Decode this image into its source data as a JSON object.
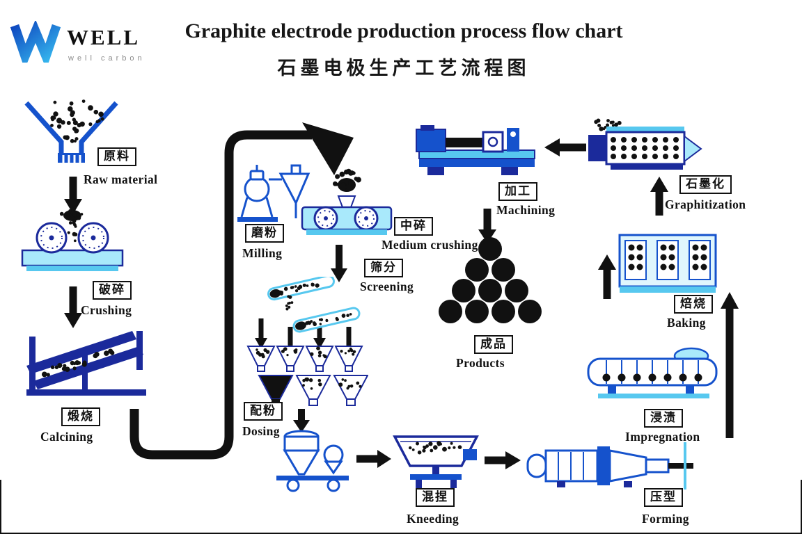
{
  "title": {
    "en": "Graphite electrode production process flow chart",
    "zh": "石墨电极生产工艺流程图"
  },
  "logo": {
    "name": "WELL",
    "subtitle": "well carbon"
  },
  "stages": [
    {
      "id": "raw-material",
      "zh": "原料",
      "en": "Raw material"
    },
    {
      "id": "crushing",
      "zh": "破碎",
      "en": "Crushing"
    },
    {
      "id": "calcining",
      "zh": "煅烧",
      "en": "Calcining"
    },
    {
      "id": "milling",
      "zh": "磨粉",
      "en": "Milling"
    },
    {
      "id": "medium-crushing",
      "zh": "中碎",
      "en": "Medium crushing"
    },
    {
      "id": "screening",
      "zh": "筛分",
      "en": "Screening"
    },
    {
      "id": "dosing",
      "zh": "配粉",
      "en": "Dosing"
    },
    {
      "id": "kneeding",
      "zh": "混捏",
      "en": "Kneeding"
    },
    {
      "id": "forming",
      "zh": "压型",
      "en": "Forming"
    },
    {
      "id": "impregnation",
      "zh": "浸渍",
      "en": "Impregnation"
    },
    {
      "id": "baking",
      "zh": "焙烧",
      "en": "Baking"
    },
    {
      "id": "graphitization",
      "zh": "石墨化",
      "en": "Graphitization"
    },
    {
      "id": "machining",
      "zh": "加工",
      "en": "Machining"
    },
    {
      "id": "products",
      "zh": "成品",
      "en": "Products"
    }
  ],
  "flow": [
    {
      "from": "raw-material",
      "to": "crushing"
    },
    {
      "from": "crushing",
      "to": "calcining"
    },
    {
      "from": "calcining",
      "to": "medium-crushing"
    },
    {
      "from": "medium-crushing",
      "to": "screening"
    },
    {
      "from": "screening",
      "to": "dosing"
    },
    {
      "from": "dosing",
      "to": "kneeding"
    },
    {
      "from": "kneeding",
      "to": "forming"
    },
    {
      "from": "forming",
      "to": "impregnation"
    },
    {
      "from": "impregnation",
      "to": "baking"
    },
    {
      "from": "baking",
      "to": "graphitization"
    },
    {
      "from": "graphitization",
      "to": "machining"
    },
    {
      "from": "machining",
      "to": "products"
    }
  ],
  "colors": {
    "blue": "#1552cc",
    "navy": "#1b2a9b",
    "cyan": "#57c8ef",
    "cyan_light": "#a9e9fb",
    "ink": "#111111"
  }
}
